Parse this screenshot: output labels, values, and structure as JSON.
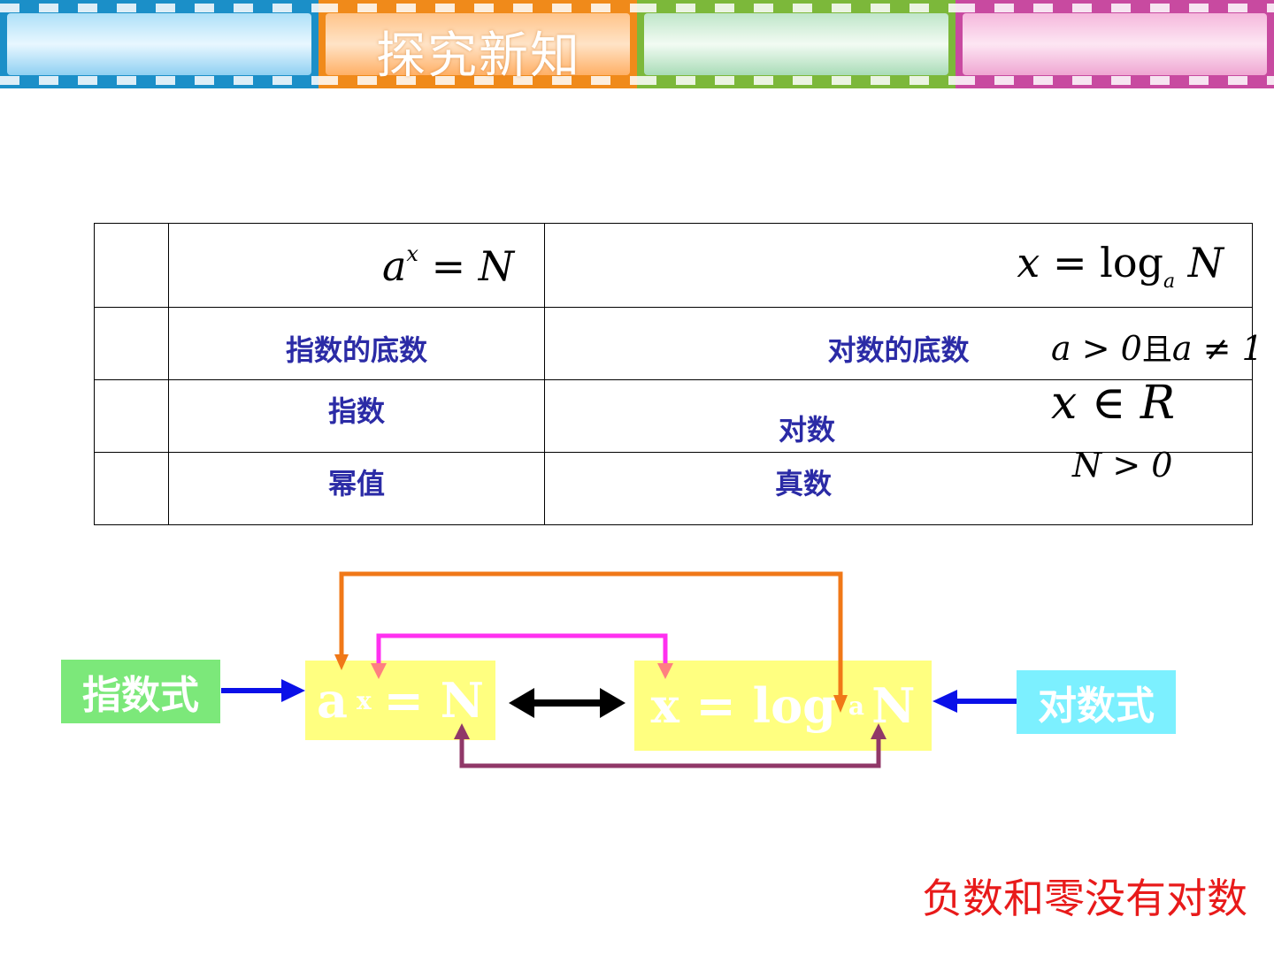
{
  "banner": {
    "title": "探究新知"
  },
  "table": {
    "formula_exp": {
      "base": "a",
      "exp": "x",
      "rest": "= N"
    },
    "formula_log": {
      "lhs": "x = ",
      "log": "log",
      "sub": "a",
      "rhs": "N"
    },
    "rows": [
      {
        "exp": "指数的底数",
        "log": "对数的底数"
      },
      {
        "exp": "指数",
        "log": "对数"
      },
      {
        "exp": "幂值",
        "log": "真数"
      }
    ]
  },
  "conditions": {
    "a_part1": "a > 0",
    "a_cn": "且",
    "a_part2": "a ≠ 1",
    "x_range": "x ∈ R",
    "n_range": "N > 0"
  },
  "flow": {
    "exp_label": "指数式",
    "log_label": "对数式",
    "left_box": {
      "base": "a",
      "exp": "x",
      "rest": "= N"
    },
    "right_box": {
      "lhs": "x = log",
      "sub": "a",
      "rhs": "N"
    }
  },
  "note": "负数和零没有对数",
  "colors": {
    "orange_arrow": "#f07818",
    "magenta_arrow": "#ff30f0",
    "purple_arrow": "#903868",
    "blue_arrow": "#0a10e8",
    "double_arrow": "#000000",
    "table_text": "#2b2ba6",
    "note_text": "#e81a1a"
  }
}
